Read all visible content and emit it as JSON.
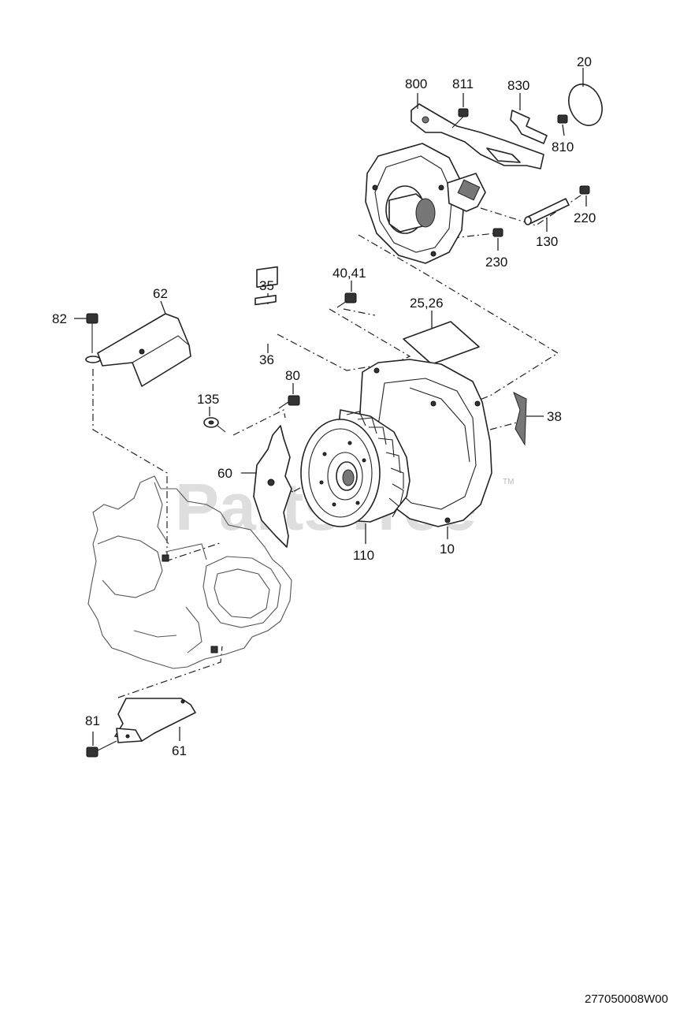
{
  "watermark": "PartsTree",
  "trademark": "TM",
  "diagram_code": "277050008W00",
  "callouts": {
    "c20": "20",
    "c800": "800",
    "c811": "811",
    "c830": "830",
    "c810": "810",
    "c220": "220",
    "c130": "130",
    "c230": "230",
    "c4041": "40,41",
    "c35": "35",
    "c36": "36",
    "c2526": "25,26",
    "c62": "62",
    "c82": "82",
    "c80": "80",
    "c135": "135",
    "c38": "38",
    "c60": "60",
    "c110": "110",
    "c10": "10",
    "c81": "81",
    "c61": "61"
  }
}
